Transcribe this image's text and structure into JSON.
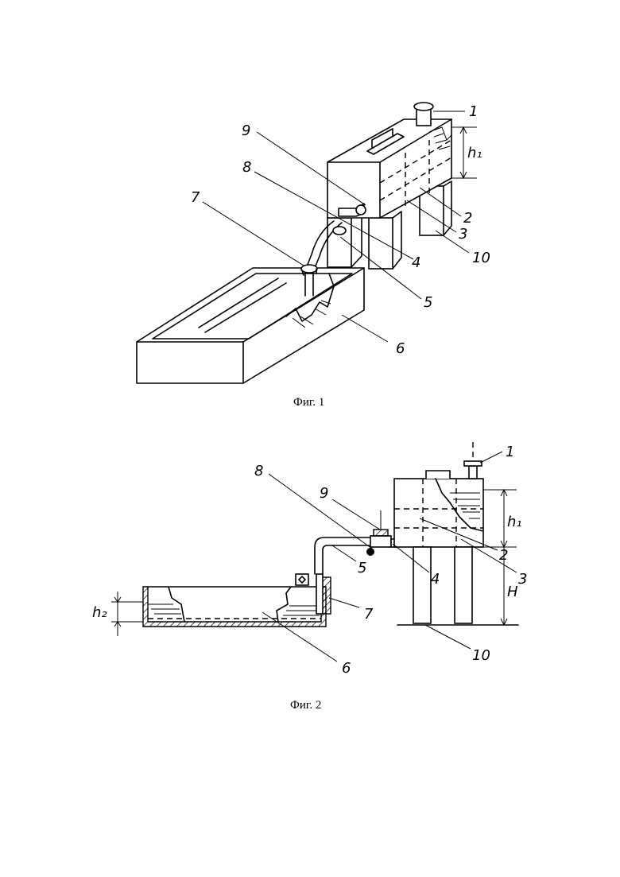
{
  "figure1": {
    "caption": "Фиг. 1",
    "labels": [
      "1",
      "2",
      "3",
      "4",
      "5",
      "6",
      "7",
      "8",
      "9",
      "10"
    ],
    "dimension": "h1"
  },
  "figure2": {
    "caption": "Фиг. 2",
    "labels": [
      "1",
      "2",
      "3",
      "4",
      "5",
      "6",
      "7",
      "8",
      "9",
      "10"
    ],
    "dimensions": [
      "h1",
      "h2",
      "H"
    ]
  }
}
